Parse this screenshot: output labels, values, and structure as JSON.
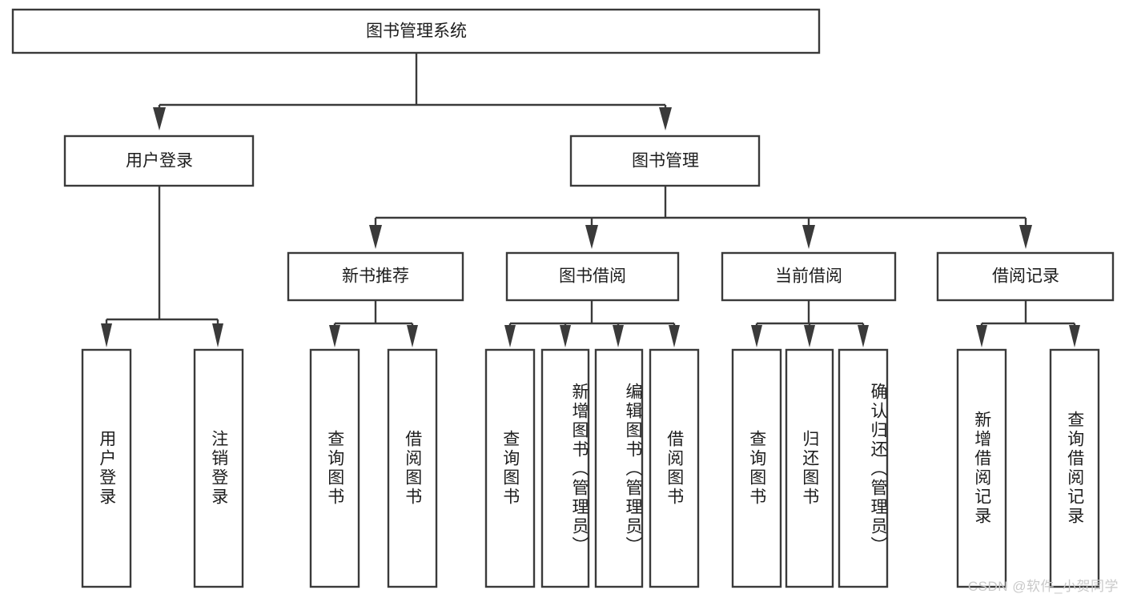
{
  "diagram": {
    "title": "图书管理系统",
    "type": "tree-hierarchy",
    "watermark": "CSDN @软件_小贺同学",
    "colors": {
      "stroke": "#3a3a3a",
      "fill": "#ffffff",
      "text": "#1d1d1d",
      "watermark": "#c9c9c9"
    },
    "levels": {
      "level0": [
        {
          "id": "root",
          "label": "图书管理系统",
          "orientation": "horizontal"
        }
      ],
      "level1": [
        {
          "id": "user-login",
          "label": "用户登录",
          "orientation": "horizontal"
        },
        {
          "id": "book-manage",
          "label": "图书管理",
          "orientation": "horizontal"
        }
      ],
      "level2": [
        {
          "id": "new-book-rec",
          "label": "新书推荐",
          "orientation": "horizontal"
        },
        {
          "id": "book-borrow",
          "label": "图书借阅",
          "orientation": "horizontal"
        },
        {
          "id": "current-borrow",
          "label": "当前借阅",
          "orientation": "horizontal"
        },
        {
          "id": "borrow-record",
          "label": "借阅记录",
          "orientation": "horizontal"
        }
      ],
      "level3": [
        {
          "id": "leaf-user-login",
          "label": "用户登录",
          "orientation": "vertical",
          "parent": "user-login"
        },
        {
          "id": "leaf-logout",
          "label": "注销登录",
          "orientation": "vertical",
          "parent": "user-login"
        },
        {
          "id": "leaf-query-book-1",
          "label": "查询图书",
          "orientation": "vertical",
          "parent": "new-book-rec"
        },
        {
          "id": "leaf-borrow-book-1",
          "label": "借阅图书",
          "orientation": "vertical",
          "parent": "new-book-rec"
        },
        {
          "id": "leaf-query-book-2",
          "label": "查询图书",
          "orientation": "vertical",
          "parent": "book-borrow"
        },
        {
          "id": "leaf-add-book",
          "label": "新增图书（管理员）",
          "orientation": "vertical",
          "parent": "book-borrow"
        },
        {
          "id": "leaf-edit-book",
          "label": "编辑图书（管理员）",
          "orientation": "vertical",
          "parent": "book-borrow"
        },
        {
          "id": "leaf-borrow-book-2",
          "label": "借阅图书",
          "orientation": "vertical",
          "parent": "book-borrow"
        },
        {
          "id": "leaf-query-book-3",
          "label": "查询图书",
          "orientation": "vertical",
          "parent": "current-borrow"
        },
        {
          "id": "leaf-return-book",
          "label": "归还图书",
          "orientation": "vertical",
          "parent": "current-borrow"
        },
        {
          "id": "leaf-confirm-return",
          "label": "确认归还（管理员）",
          "orientation": "vertical",
          "parent": "current-borrow"
        },
        {
          "id": "leaf-add-record",
          "label": "新增借阅记录",
          "orientation": "vertical",
          "parent": "borrow-record"
        },
        {
          "id": "leaf-query-record",
          "label": "查询借阅记录",
          "orientation": "vertical",
          "parent": "borrow-record"
        }
      ]
    },
    "edges": [
      {
        "from": "root",
        "to": "user-login"
      },
      {
        "from": "root",
        "to": "book-manage"
      },
      {
        "from": "user-login",
        "to": "leaf-user-login"
      },
      {
        "from": "user-login",
        "to": "leaf-logout"
      },
      {
        "from": "book-manage",
        "to": "new-book-rec"
      },
      {
        "from": "book-manage",
        "to": "book-borrow"
      },
      {
        "from": "book-manage",
        "to": "current-borrow"
      },
      {
        "from": "book-manage",
        "to": "borrow-record"
      },
      {
        "from": "new-book-rec",
        "to": "leaf-query-book-1"
      },
      {
        "from": "new-book-rec",
        "to": "leaf-borrow-book-1"
      },
      {
        "from": "book-borrow",
        "to": "leaf-query-book-2"
      },
      {
        "from": "book-borrow",
        "to": "leaf-add-book"
      },
      {
        "from": "book-borrow",
        "to": "leaf-edit-book"
      },
      {
        "from": "book-borrow",
        "to": "leaf-borrow-book-2"
      },
      {
        "from": "current-borrow",
        "to": "leaf-query-book-3"
      },
      {
        "from": "current-borrow",
        "to": "leaf-return-book"
      },
      {
        "from": "current-borrow",
        "to": "leaf-confirm-return"
      },
      {
        "from": "borrow-record",
        "to": "leaf-add-record"
      },
      {
        "from": "borrow-record",
        "to": "leaf-query-record"
      }
    ]
  }
}
